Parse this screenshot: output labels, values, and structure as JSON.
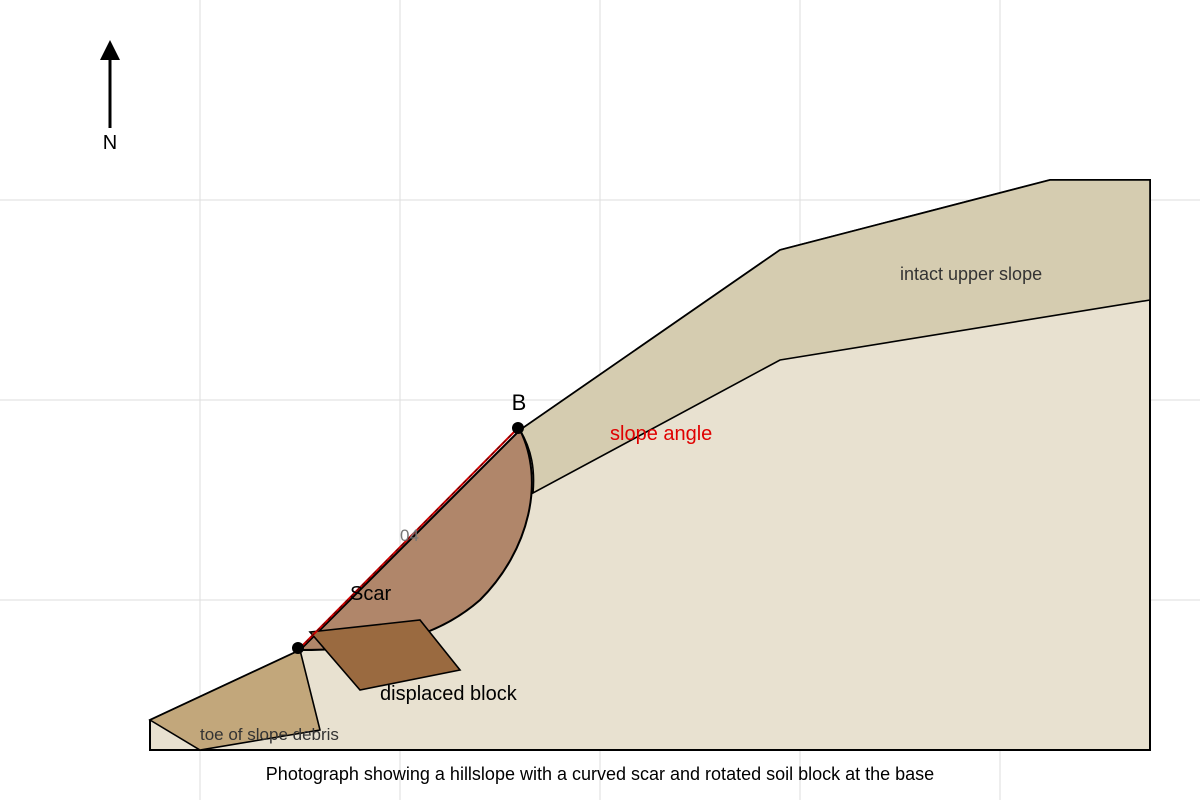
{
  "north_label": "N",
  "point_b_label": "B",
  "slope_angle_label": "slope angle",
  "upper_slope_label": "intact upper slope",
  "angle_value_label": "04",
  "scar_label": "Scar",
  "displaced_block_label": "displaced block",
  "toe_debris_label": "toe of slope debris",
  "caption": "Photograph showing a hillslope with a curved scar and rotated soil block at the base",
  "colors": {
    "background": "#ffffff",
    "grid": "#dddddd",
    "ground_fill": "#e8e1d0",
    "upper_slope_fill": "#d5ccb0",
    "slide_body_fill": "#b0866a",
    "displaced_block_fill": "#9a6a40",
    "toe_debris_fill": "#c2a77b",
    "slope_line": "#cc0000",
    "slope_angle_text": "#e00000",
    "outline": "#000000"
  }
}
